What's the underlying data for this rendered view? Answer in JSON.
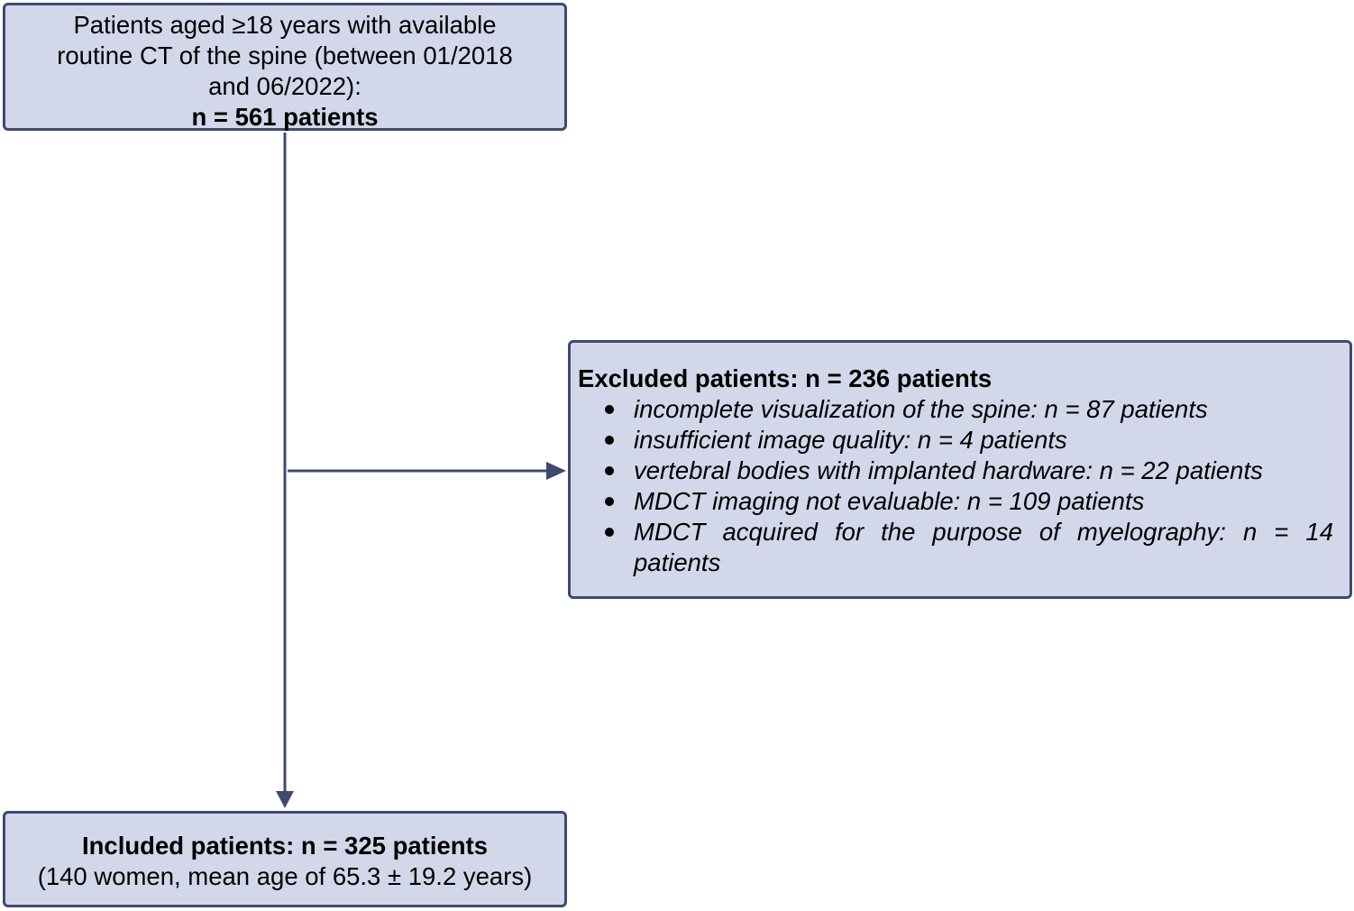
{
  "top_box": {
    "line1": "Patients aged ≥18 years with available",
    "line2": "routine CT of the spine (between 01/2018",
    "line3": "and 06/2022):",
    "count": "n = 561 patients"
  },
  "excluded_box": {
    "title": "Excluded patients: n = 236 patients",
    "items": [
      "incomplete visualization of the spine: n = 87 patients",
      "insufficient image quality: n = 4 patients",
      "vertebral bodies with implanted hardware: n = 22 patients",
      "MDCT imaging not evaluable: n = 109 patients",
      "MDCT acquired for the purpose of myelography: n = 14 patients"
    ]
  },
  "included_box": {
    "title": "Included patients: n = 325 patients",
    "detail": "(140 women, mean age of 65.3 ± 19.2 years)"
  },
  "colors": {
    "box_fill": "#d3d7ea",
    "box_border": "#3f4a6e",
    "arrow": "#3f4a6e"
  }
}
